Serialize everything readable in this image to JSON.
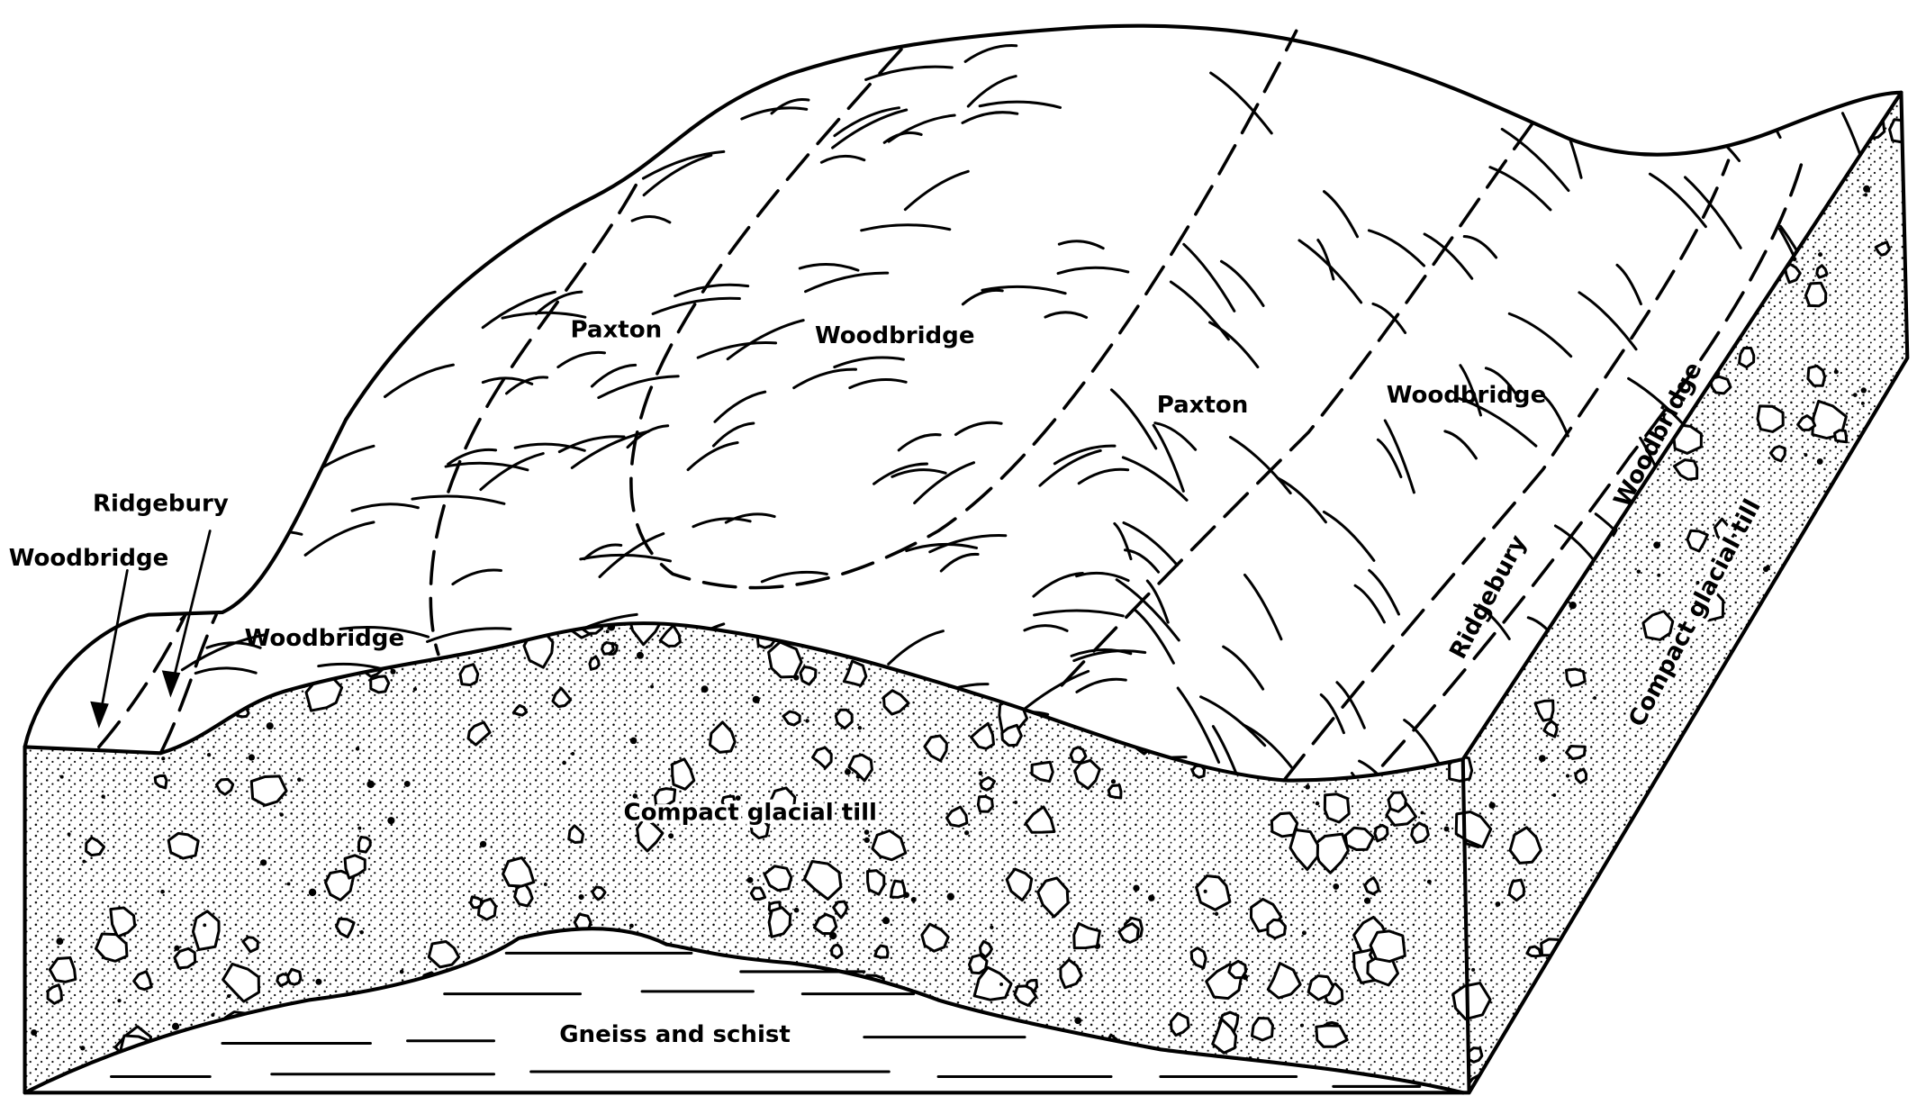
{
  "labels": {
    "paxton_left": "Paxton",
    "woodbridge_center": "Woodbridge",
    "paxton_right": "Paxton",
    "woodbridge_right": "Woodbridge",
    "ridgebury_left": "Ridgebury",
    "woodbridge_far_left": "Woodbridge",
    "woodbridge_lower_left": "Woodbridge",
    "compact_till_front": "Compact glacial till",
    "gneiss_schist": "Gneiss and schist",
    "ridgebury_side": "Ridgebury",
    "woodbridge_side": "Woodbridge",
    "compact_till_side": "Compact glacial till"
  },
  "colors": {
    "ink": "#000000",
    "paper": "#ffffff"
  }
}
